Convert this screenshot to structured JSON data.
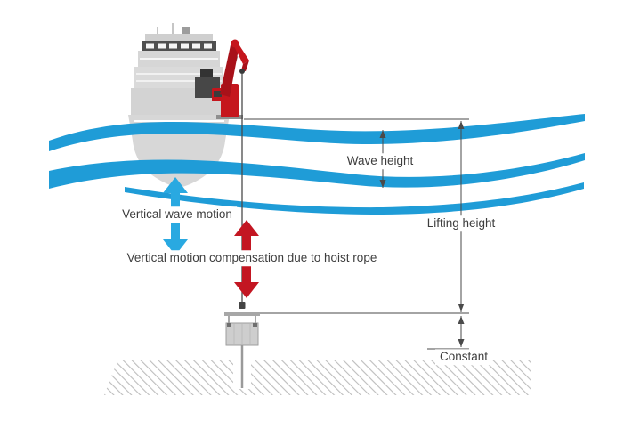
{
  "diagram": {
    "labels": {
      "wave_height": "Wave height",
      "vertical_wave_motion": "Vertical wave motion",
      "compensation": "Vertical motion compensation due to hoist rope",
      "lifting_height": "Lifting height",
      "constant": "Constant"
    },
    "colors": {
      "wave": "#1f9cd7",
      "motion_arrow_blue": "#29a9e1",
      "motion_arrow_red": "#c31622",
      "crane_red": "#c5161d",
      "ship_gray": "#d7d7d7",
      "dimension": "#4a4a4a",
      "text": "#3d3d3d",
      "hatch": "#bdbdbd"
    }
  }
}
